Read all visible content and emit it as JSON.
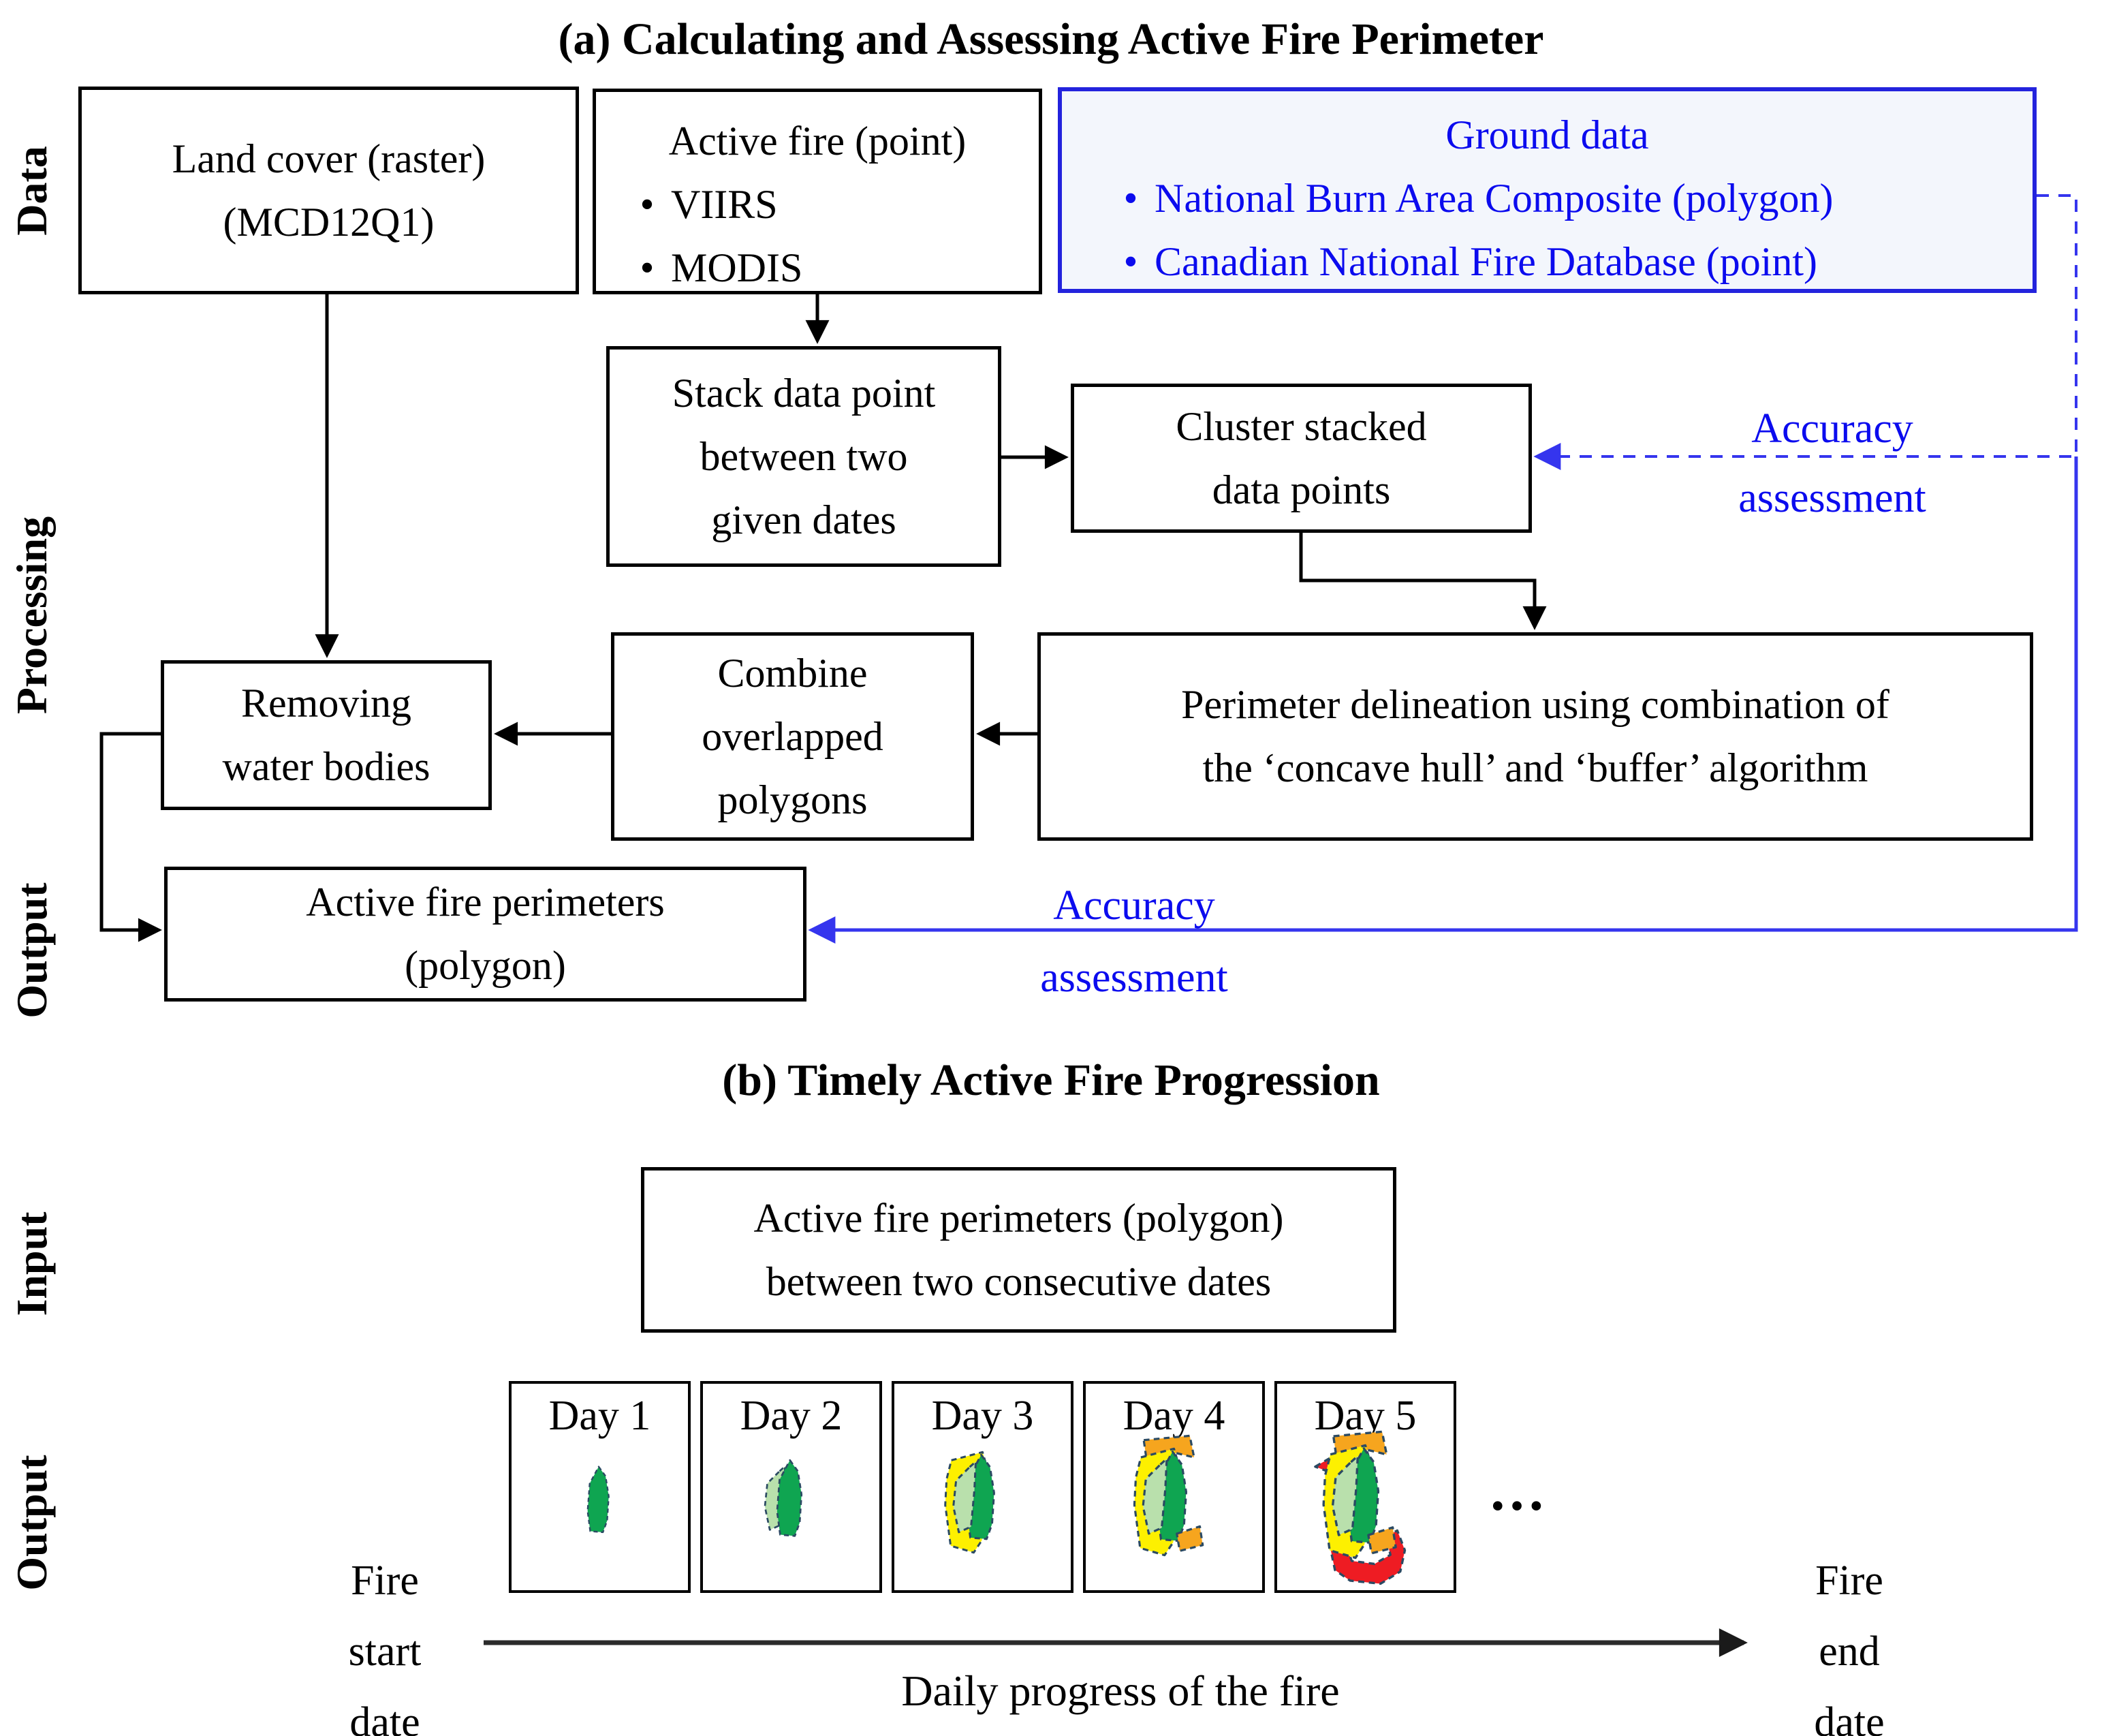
{
  "colors": {
    "blue_text": "#0b0bee",
    "blue_border": "#2323dd",
    "blue_arrow": "#3535ee",
    "ground_fill": "#f3f6fc",
    "green": "#0fa551",
    "light_green": "#b9e0ac",
    "yellow": "#fdf000",
    "orange": "#f6a51e",
    "red": "#ee1c23",
    "poly_border": "#2b4a63"
  },
  "bullet": "•",
  "panel_a": {
    "title": "(a) Calculating and Assessing Active Fire Perimeter",
    "side_labels": {
      "data": "Data",
      "processing": "Processing",
      "output": "Output"
    },
    "land_cover": {
      "line1": "Land cover (raster)",
      "line2": "(MCD12Q1)"
    },
    "active_fire": {
      "title": "Active fire (point)",
      "bullets": [
        "VIIRS",
        "MODIS"
      ]
    },
    "ground_data": {
      "title": "Ground data",
      "bullets": [
        "National Burn Area Composite (polygon)",
        "Canadian National Fire Database (point)"
      ]
    },
    "stack": {
      "line1": "Stack data point",
      "line2": "between two",
      "line3": "given dates"
    },
    "cluster": {
      "line1": "Cluster stacked",
      "line2": "data points"
    },
    "perimeter": {
      "line1": "Perimeter delineation using combination of",
      "line2": "the ‘concave hull’ and ‘buffer’ algorithm"
    },
    "combine": {
      "line1": "Combine",
      "line2": "overlapped",
      "line3": "polygons"
    },
    "removing": {
      "line1": "Removing",
      "line2": "water bodies"
    },
    "output_box": {
      "line1": "Active fire perimeters",
      "line2": "(polygon)"
    },
    "accuracy_upper": {
      "line1": "Accuracy",
      "line2": "assessment"
    },
    "accuracy_lower": {
      "line1": "Accuracy",
      "line2": "assessment"
    }
  },
  "panel_b": {
    "title": "(b) Timely Active Fire Progression",
    "side_labels": {
      "input": "Input",
      "output": "Output"
    },
    "input_box": {
      "line1": "Active fire perimeters (polygon)",
      "line2": "between two consecutive dates"
    },
    "days": [
      {
        "label": "Day 1"
      },
      {
        "label": "Day 2"
      },
      {
        "label": "Day 3"
      },
      {
        "label": "Day 4"
      },
      {
        "label": "Day 5"
      }
    ],
    "ellipsis": "…",
    "fire_start": {
      "line1": "Fire",
      "line2": "start",
      "line3": "date"
    },
    "timeline_caption": "Daily progress of the fire",
    "fire_end": {
      "line1": "Fire",
      "line2": "end",
      "line3": "date"
    }
  }
}
